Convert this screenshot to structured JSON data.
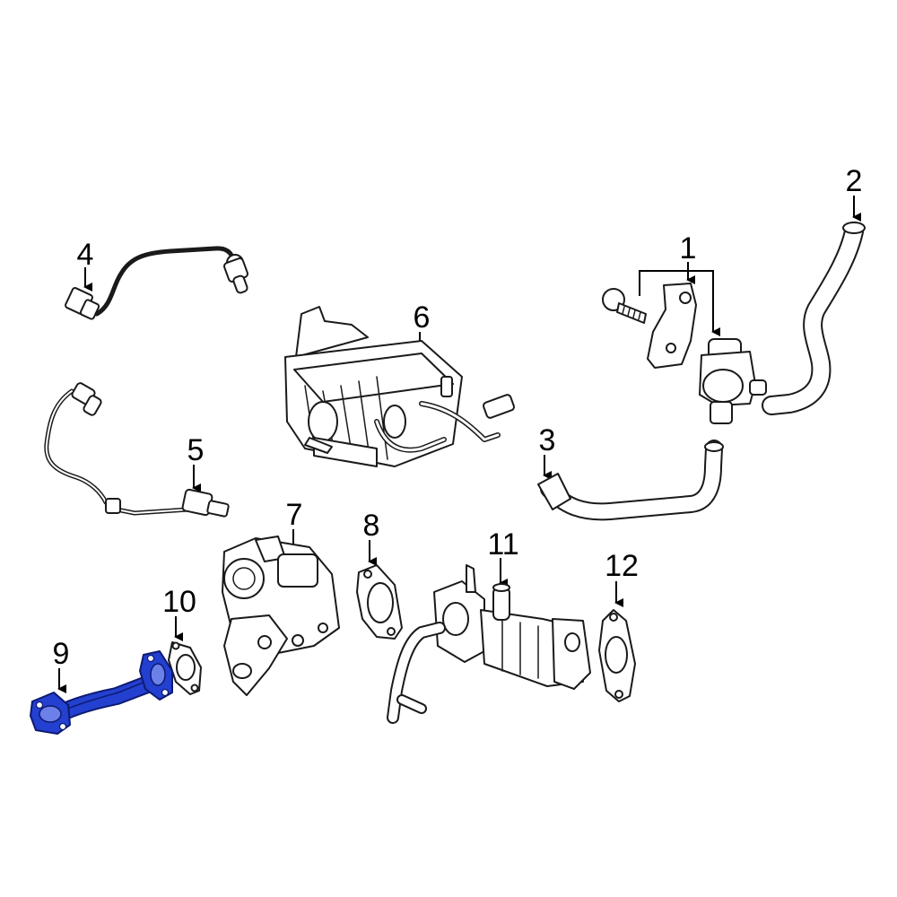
{
  "diagram": {
    "highlight_color": "#2340D0",
    "callouts": [
      {
        "id": "1",
        "label": "1"
      },
      {
        "id": "2",
        "label": "2"
      },
      {
        "id": "3",
        "label": "3"
      },
      {
        "id": "4",
        "label": "4"
      },
      {
        "id": "5",
        "label": "5"
      },
      {
        "id": "6",
        "label": "6"
      },
      {
        "id": "7",
        "label": "7"
      },
      {
        "id": "8",
        "label": "8"
      },
      {
        "id": "9",
        "label": "9"
      },
      {
        "id": "10",
        "label": "10"
      },
      {
        "id": "11",
        "label": "11"
      },
      {
        "id": "12",
        "label": "12"
      }
    ],
    "highlighted_part": "9"
  }
}
